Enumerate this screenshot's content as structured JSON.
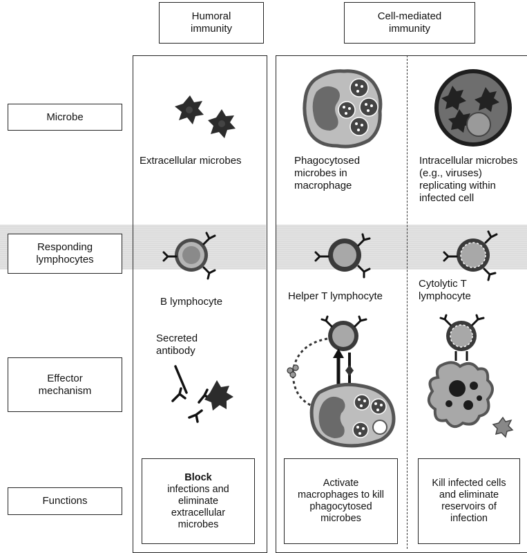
{
  "headers": {
    "humoral": "Humoral immunity",
    "cell_mediated": "Cell-mediated immunity"
  },
  "rows": {
    "microbe": "Microbe",
    "responding": "Responding lymphocytes",
    "effector": "Effector mechanism",
    "functions": "Functions"
  },
  "microbe_labels": {
    "extracellular": "Extracellular microbes",
    "phagocytosed": "Phagocytosed microbes in macrophage",
    "intracellular": "Intracellular microbes (e.g., viruses) replicating within infected cell"
  },
  "lymphocyte_labels": {
    "b": "B lymphocyte",
    "helper": "Helper T lymphocyte",
    "cytolytic": "Cytolytic T lymphocyte"
  },
  "effector_labels": {
    "secreted": "Secreted antibody"
  },
  "functions": {
    "humoral_bold": "Block",
    "humoral_rest": "infections and eliminate extracellular microbes",
    "helper": "Activate macrophages to kill phagocytosed microbes",
    "cytolytic": "Kill infected cells and eliminate reservoirs of infection"
  },
  "colors": {
    "band": "#dcdcdc",
    "cell_dark": "#555555",
    "cell_light": "#c8c8c8",
    "microbe": "#333333"
  }
}
